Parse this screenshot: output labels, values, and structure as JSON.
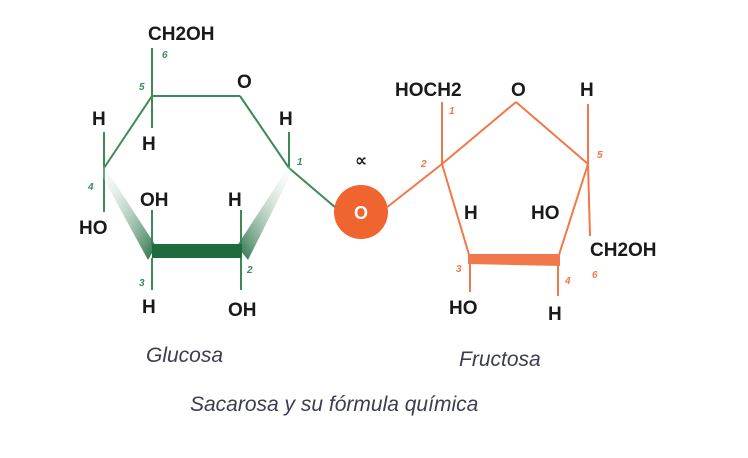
{
  "glucose": {
    "name": "Glucosa",
    "color": "#3d8a55",
    "dark_color": "#1e6b3e",
    "atoms": {
      "ch2oh": "CH2OH",
      "ring_o": "O",
      "h_c5_left": "H",
      "h_c5_down": "H",
      "h_c1": "H",
      "ho_c4": "HO",
      "oh_c3": "OH",
      "h_c2_up": "H",
      "h_c3_down": "H",
      "oh_c2": "OH"
    },
    "numbers": [
      "1",
      "2",
      "3",
      "4",
      "5",
      "6"
    ]
  },
  "bridge": {
    "o": "O",
    "alpha": "∝",
    "color": "#f0642f"
  },
  "fructose": {
    "name": "Fructosa",
    "color": "#f0784a",
    "atoms": {
      "hoch2": "HOCH2",
      "ring_o": "O",
      "h_c5": "H",
      "h_c3": "H",
      "ho_c4": "HO",
      "ch2oh": "CH2OH",
      "ho_c3_down": "HO",
      "h_c4_down": "H"
    },
    "numbers": [
      "1",
      "2",
      "3",
      "4",
      "5",
      "6"
    ]
  },
  "caption": "Sacarosa y su fórmula química"
}
